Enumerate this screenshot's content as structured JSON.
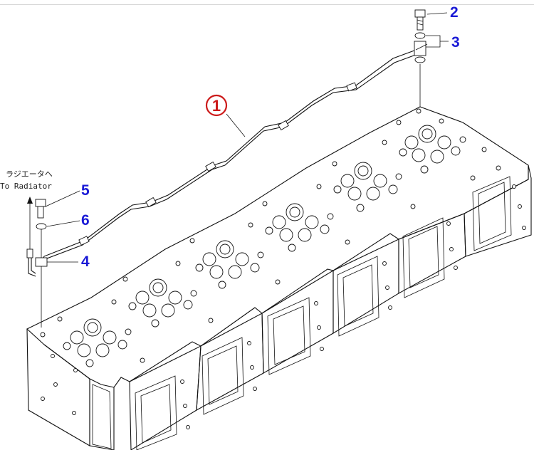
{
  "callouts": {
    "part_1": "1",
    "part_2": "2",
    "part_3": "3",
    "part_4": "4",
    "part_5": "5",
    "part_6": "6"
  },
  "notes": {
    "to_radiator_jp": "ラジエータへ",
    "to_radiator_en": "To Radiator"
  },
  "colors": {
    "callout_blue": "#1a1ad6",
    "callout_red": "#cc1a1a",
    "line": "#111111"
  }
}
